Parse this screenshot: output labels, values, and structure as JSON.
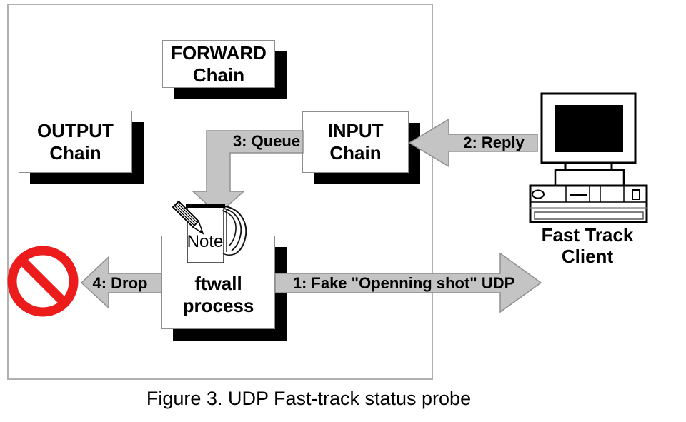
{
  "figure": {
    "caption": "Figure 3. UDP Fast-track status probe",
    "boxes": {
      "forward": {
        "line1": "FORWARD",
        "line2": "Chain"
      },
      "output": {
        "line1": "OUTPUT",
        "line2": "Chain"
      },
      "input": {
        "line1": "INPUT",
        "line2": "Chain"
      },
      "ftwall": {
        "line1": "ftwall",
        "line2": "process"
      }
    },
    "arrows": {
      "step1": "1: Fake \"Openning shot\" UDP",
      "step2": "2: Reply",
      "step3": "3: Queue",
      "step4": "4: Drop"
    },
    "note": {
      "label": "Note"
    },
    "client": {
      "line1": "Fast Track",
      "line2": "Client"
    },
    "icons": {
      "prohibition": "no-entry-icon",
      "note": "note-icon",
      "pencil": "pencil-icon",
      "computer": "computer-icon"
    },
    "colors": {
      "arrow_fill": "#c4c4c4",
      "arrow_stroke": "#8f8f8f",
      "box_shadow": "#000000",
      "prohibition_red": "#ed1c1c",
      "border_gray": "#b0b0b0"
    }
  }
}
